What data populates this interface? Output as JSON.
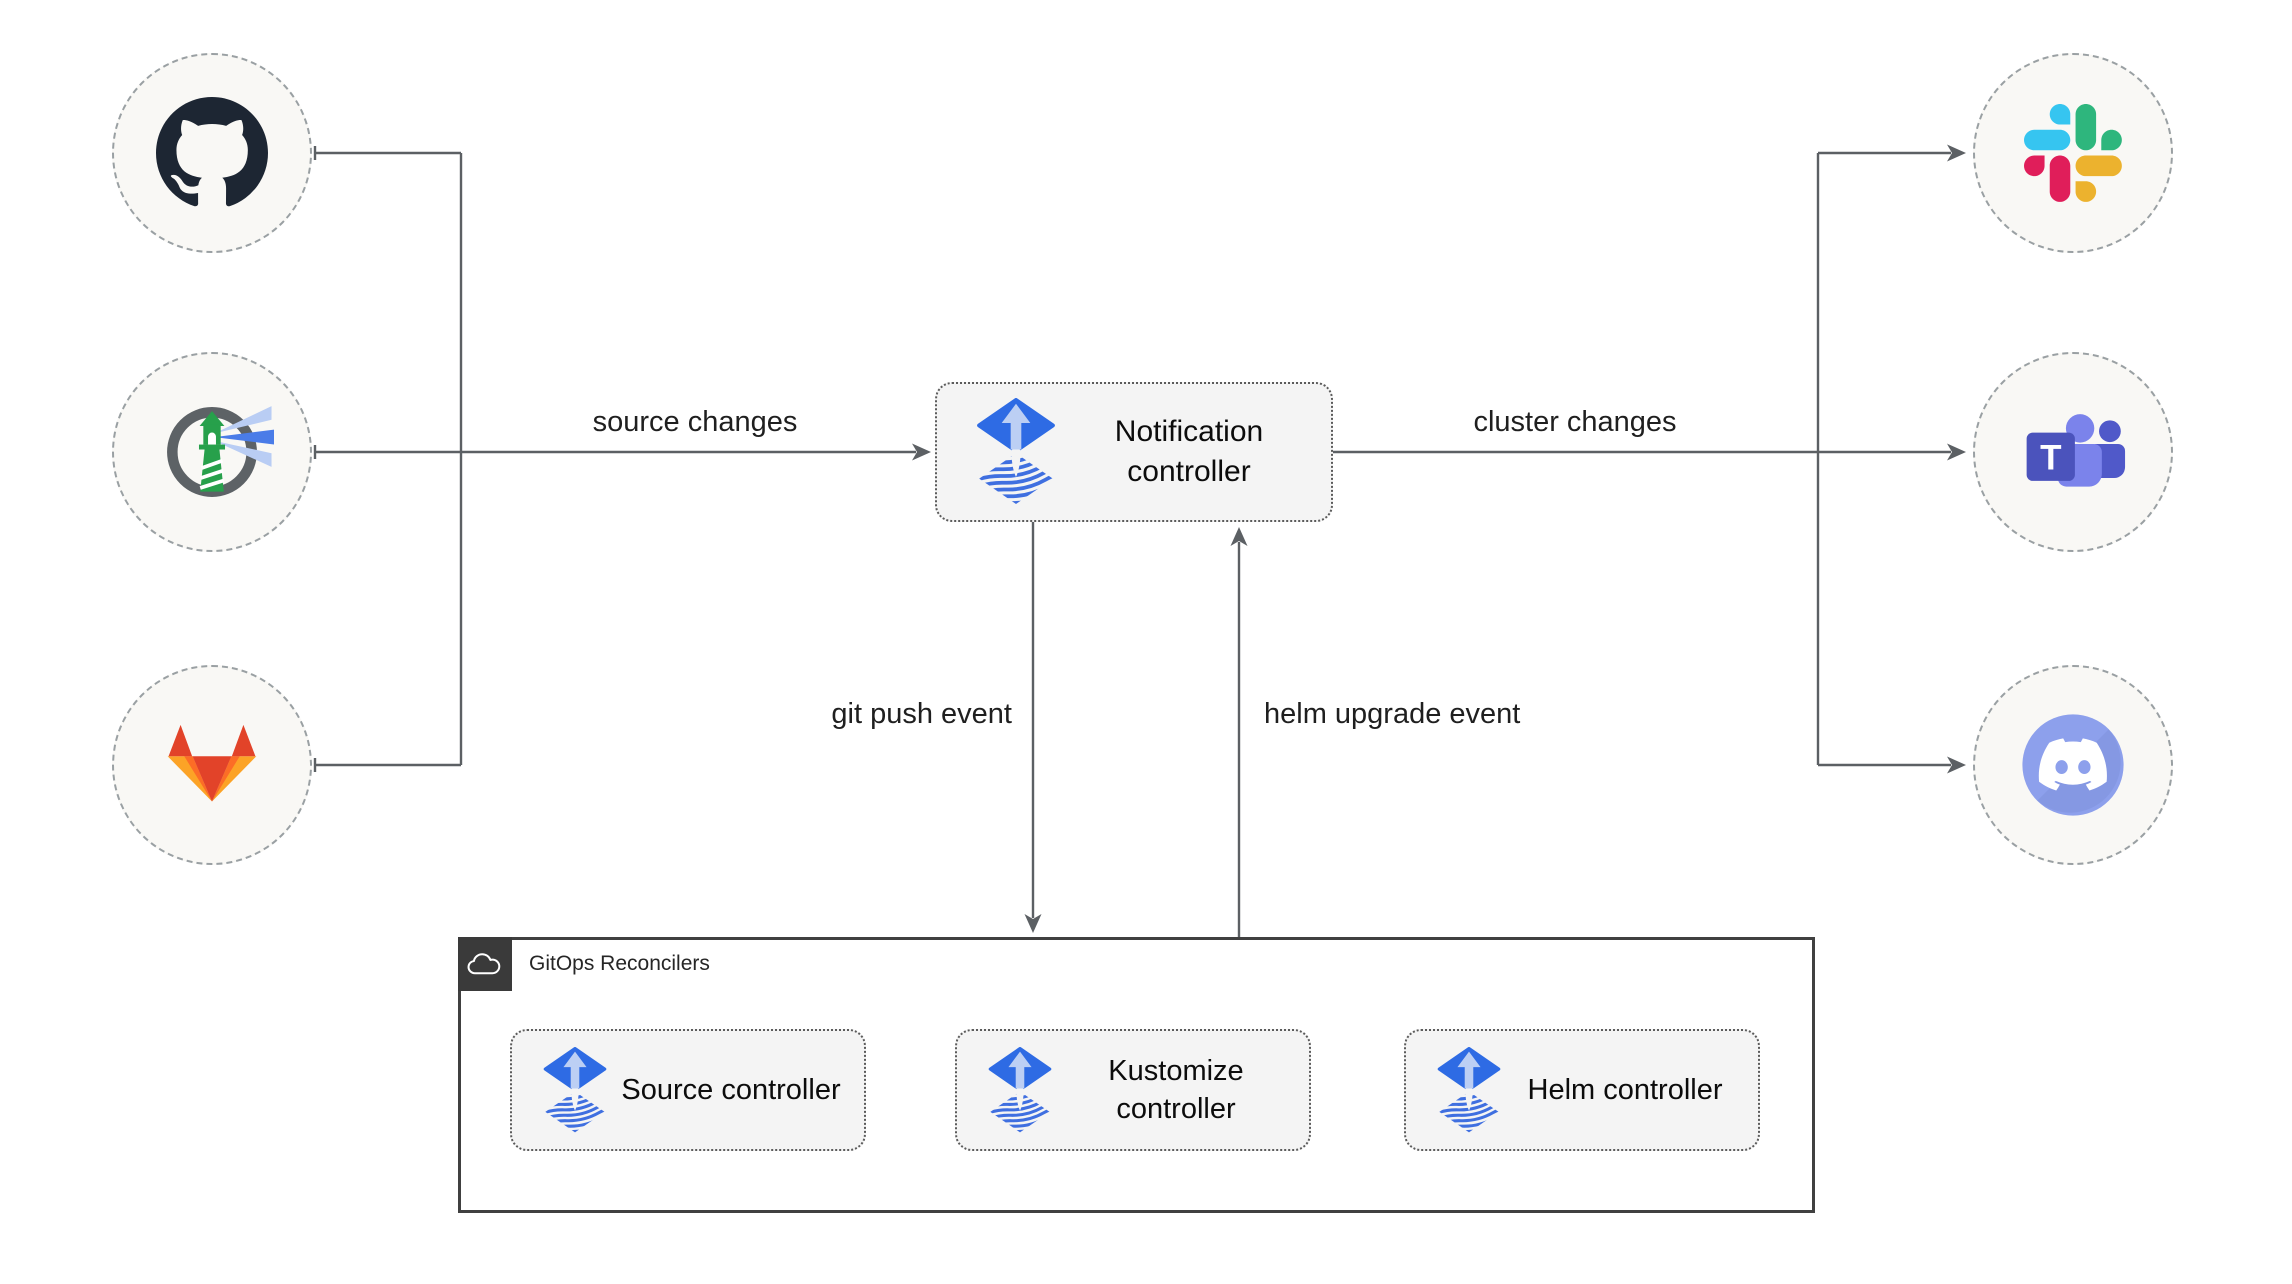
{
  "diagram_type": "flux-notification-controller-architecture",
  "sources": [
    {
      "id": "github",
      "icon": "github-icon"
    },
    {
      "id": "harbor",
      "icon": "harbor-icon"
    },
    {
      "id": "gitlab",
      "icon": "gitlab-icon"
    }
  ],
  "targets": [
    {
      "id": "slack",
      "icon": "slack-icon"
    },
    {
      "id": "teams",
      "icon": "microsoft-teams-icon",
      "logo_letter": "T"
    },
    {
      "id": "discord",
      "icon": "discord-icon"
    }
  ],
  "notification": {
    "label": "Notification controller",
    "icon": "flux-icon"
  },
  "edges": {
    "source_changes": "source changes",
    "cluster_changes": "cluster changes",
    "git_push": "git push event",
    "helm_upgrade": "helm upgrade event"
  },
  "reconcilers": {
    "group_label": "GitOps Reconcilers",
    "group_icon": "cloud-icon",
    "items": [
      {
        "label": "Source controller",
        "icon": "flux-icon"
      },
      {
        "label": "Kustomize controller",
        "icon": "flux-icon"
      },
      {
        "label": "Helm controller",
        "icon": "flux-icon"
      }
    ]
  },
  "colors": {
    "flux_blue": "#2e6be4",
    "flux_wave_blue": "#3f6fe0",
    "flux_arrow_light": "#bccff4",
    "connector_gray": "#5c6064",
    "node_fill": "#f9f8f5",
    "node_dash_border": "#9aa0a3",
    "box_fill": "#f4f4f4",
    "group_border": "#404040",
    "github_dark": "#1d2633",
    "gitlab_red": "#e24329",
    "gitlab_orange": "#fc6d26",
    "gitlab_yellow": "#fca326",
    "slack_blue": "#36C5F0",
    "slack_green": "#2EB67D",
    "slack_yellow": "#ECB22E",
    "slack_red": "#E01E5A",
    "teams_indigo": "#4b53bc",
    "teams_light": "#7b83eb",
    "teams_mid": "#5059c9",
    "discord_blurple": "#8da0ec",
    "harbor_green": "#27a04b",
    "harbor_ring_gray": "#5d6266"
  }
}
